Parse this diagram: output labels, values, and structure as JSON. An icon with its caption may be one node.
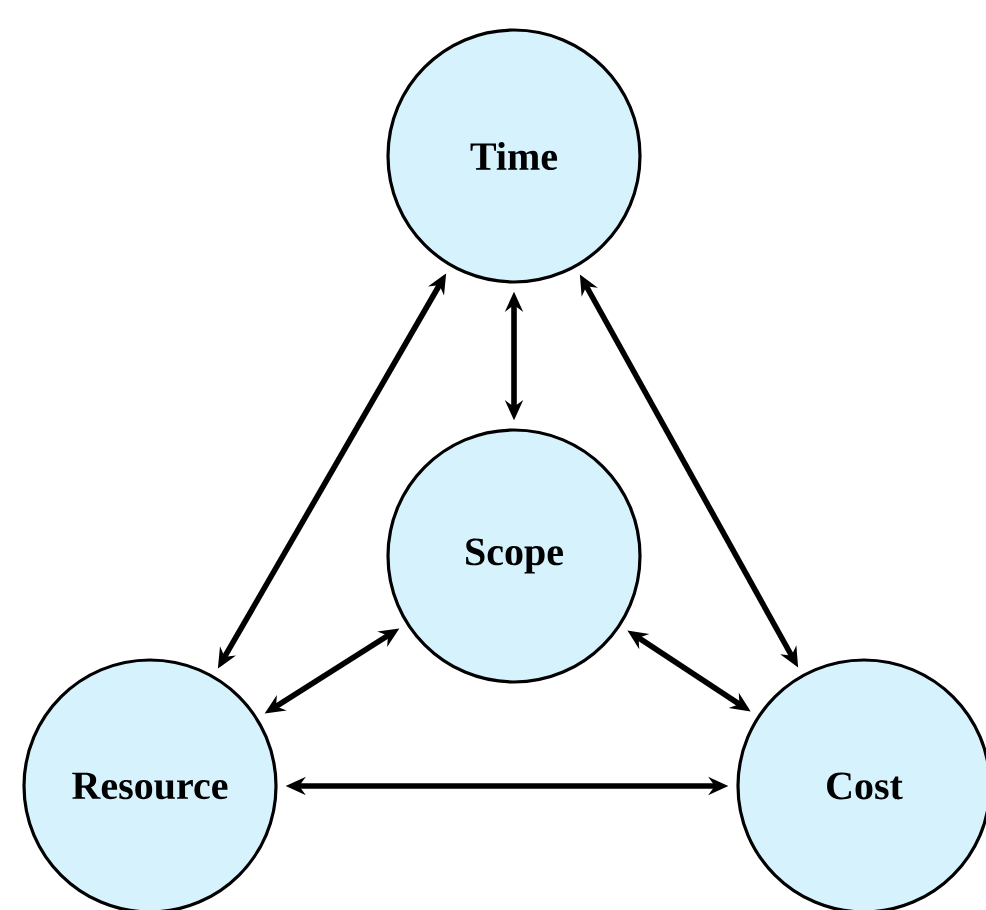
{
  "diagram": {
    "nodes": [
      {
        "text": [
          "Time"
        ]
      },
      {
        "text": [
          "Scope"
        ]
      },
      {
        "text": [
          "Resource"
        ]
      },
      {
        "text": [
          "Cost"
        ]
      }
    ],
    "edges": [
      {
        "from": 0,
        "to": 1,
        "arrow": "both"
      },
      {
        "from": 0,
        "to": 2,
        "arrow": "both"
      },
      {
        "from": 0,
        "to": 3,
        "arrow": "both"
      },
      {
        "from": 1,
        "to": 2,
        "arrow": "both"
      },
      {
        "from": 1,
        "to": 3,
        "arrow": "both"
      },
      {
        "from": 2,
        "to": 3,
        "arrow": "both"
      }
    ]
  }
}
